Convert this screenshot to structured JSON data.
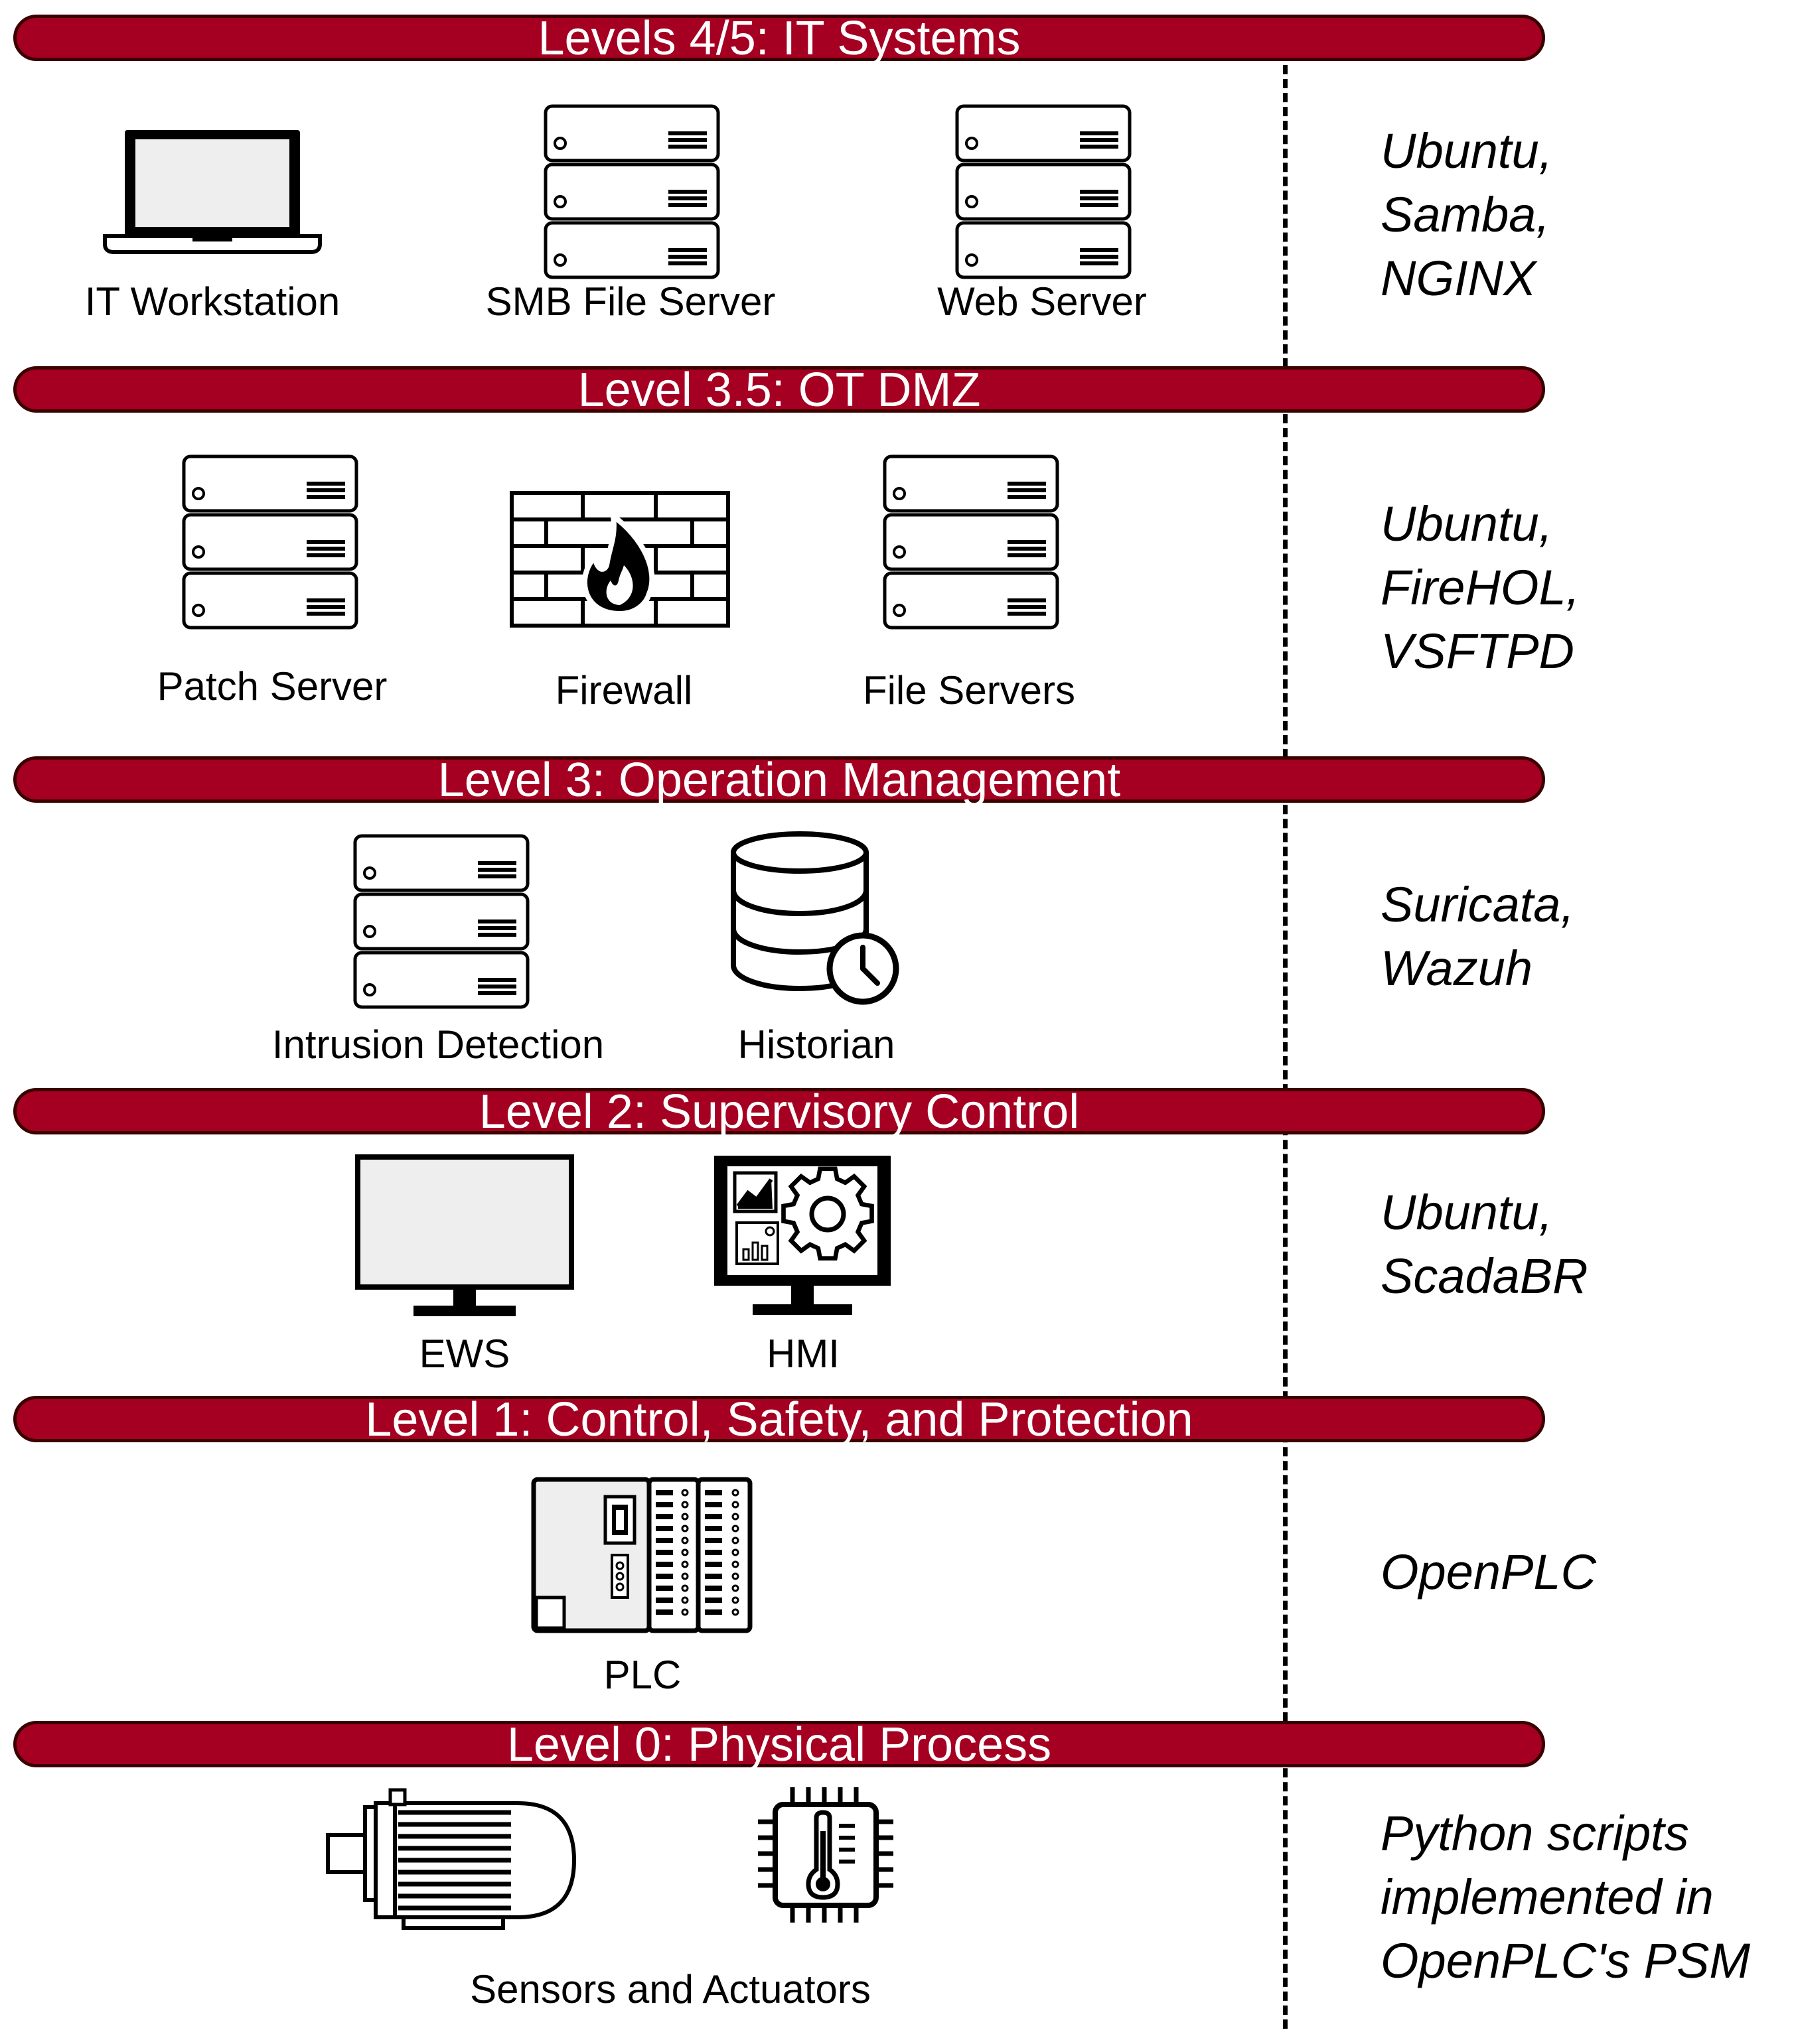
{
  "levels": [
    {
      "title": "Levels 4/5: IT Systems",
      "devices": [
        "IT Workstation",
        "SMB File Server",
        "Web Server"
      ],
      "software": "Ubuntu,\nSamba,\nNGINX"
    },
    {
      "title": "Level 3.5: OT DMZ",
      "devices": [
        "Patch Server",
        "Firewall",
        "File Servers"
      ],
      "software": "Ubuntu,\nFireHOL,\nVSFTPD"
    },
    {
      "title": "Level 3: Operation Management",
      "devices": [
        "Intrusion Detection",
        "Historian"
      ],
      "software": "Suricata,\nWazuh"
    },
    {
      "title": "Level 2: Supervisory Control",
      "devices": [
        "EWS",
        "HMI"
      ],
      "software": "Ubuntu,\nScadaBR"
    },
    {
      "title": "Level 1: Control, Safety, and Protection",
      "devices": [
        "PLC"
      ],
      "software": "OpenPLC"
    },
    {
      "title": "Level 0: Physical Process",
      "devices": [
        "Sensors and Actuators"
      ],
      "software": "Python scripts\nimplemented in\nOpenPLC's PSM"
    }
  ],
  "colors": {
    "band_fill": "#a50021",
    "band_outline": "#3a0000",
    "icon_fill": "#eeeeee"
  }
}
